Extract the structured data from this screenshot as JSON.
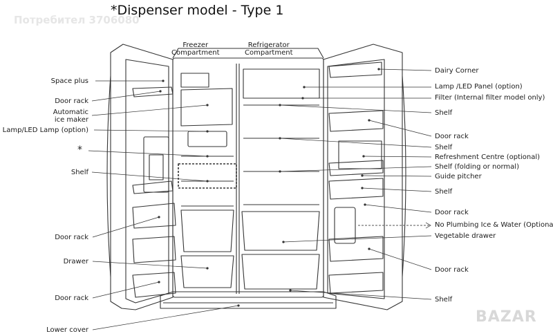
{
  "title": "*Dispenser model - Type 1",
  "watermark": "Потребител 3706080",
  "logo": "BAZAR",
  "compartments": {
    "freezer": [
      "Freezer",
      "Compartment"
    ],
    "refrigerator": [
      "Refrigerator",
      "Compartment"
    ]
  },
  "left_labels": {
    "space_plus": "Space plus",
    "door_rack_1": "Door rack",
    "automatic_ice_maker": [
      "Automatic",
      "ice maker"
    ],
    "lamp_led_lamp": "Lamp/LED Lamp (option)",
    "asterisk": "*",
    "shelf": "Shelf",
    "door_rack_2": "Door rack",
    "drawer": "Drawer",
    "door_rack_3": "Door rack",
    "lower_cover": "Lower cover"
  },
  "right_labels": {
    "dairy_corner": "Dairy Corner",
    "lamp_led_panel": "Lamp /LED Panel (option)",
    "filter": "Filter (Internal filter model only)",
    "shelf_1": "Shelf",
    "door_rack_1": "Door rack",
    "shelf_2": "Shelf",
    "refreshment_centre": "Refreshment Centre (optional)",
    "shelf_folding": "Shelf (folding or normal)",
    "guide_pitcher": "Guide pitcher",
    "shelf_3": "Shelf",
    "door_rack_2": "Door rack",
    "no_plumbing": "No Plumbing Ice & Water (Optional)",
    "vegetable_drawer": "Vegetable drawer",
    "door_rack_3": "Door rack",
    "shelf_4": "Shelf"
  }
}
